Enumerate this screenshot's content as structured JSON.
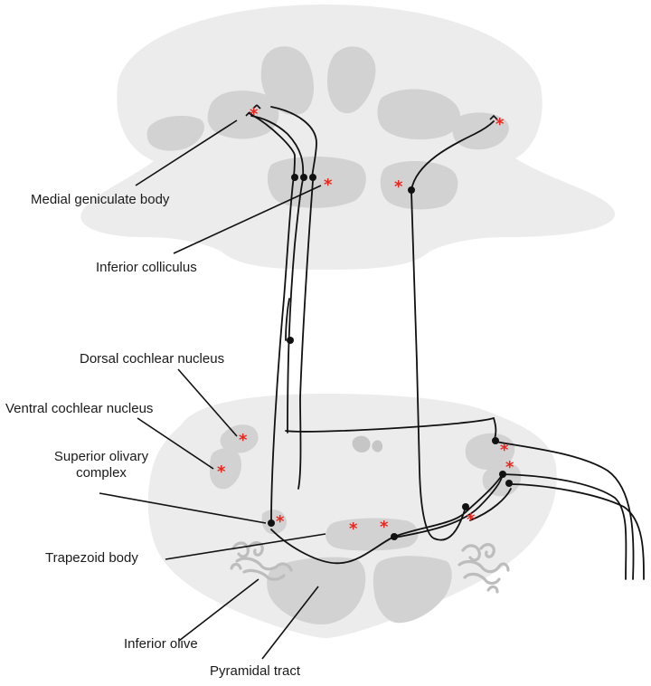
{
  "labels": {
    "medial_geniculate": "Medial geniculate body",
    "inferior_colliculus": "Inferior colliculus",
    "dorsal_cochlear": "Dorsal cochlear nucleus",
    "ventral_cochlear": "Ventral cochlear nucleus",
    "superior_olivary_line1": "Superior olivary",
    "superior_olivary_line2": "complex",
    "trapezoid_body": "Trapezoid body",
    "inferior_olive": "Inferior olive",
    "pyramidal_tract": "Pyramidal tract"
  },
  "marker_symbol": "*",
  "colors": {
    "marker": "#e8271e",
    "tissue": "#ececec",
    "nucleus": "#d2d2d2",
    "fiber": "#111111"
  }
}
